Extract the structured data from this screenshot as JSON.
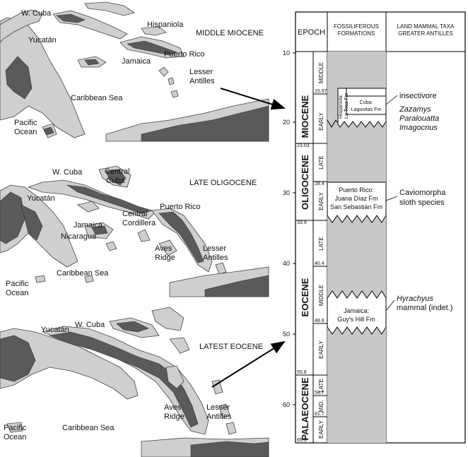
{
  "maps": {
    "middle_miocene": {
      "title": "MIDDLE MIOCENE",
      "labels": {
        "w_cuba": "W. Cuba",
        "yucatan": "Yucatán",
        "hispaniola": "Hispaniola",
        "puerto_rico": "Puerto Rico",
        "jamaica": "Jamaica",
        "lesser_antilles_1": "Lesser",
        "lesser_antilles_2": "Antilles",
        "caribbean_sea": "Caribbean Sea",
        "pacific_1": "Pacific",
        "pacific_2": "Ocean"
      }
    },
    "late_oligocene": {
      "title": "LATE OLIGOCENE",
      "labels": {
        "w_cuba": "W. Cuba",
        "central_cuba_1": "Central",
        "central_cuba_2": "Cuba",
        "yucatan": "Yucatán",
        "jamaica": "Jamaica",
        "nicaragua": "Nicaragua",
        "central_cordillera_1": "Central",
        "central_cordillera_2": "Cordillera",
        "puerto_rico": "Puerto Rico",
        "aves_ridge_1": "Aves",
        "aves_ridge_2": "Ridge",
        "lesser_antilles_1": "Lesser",
        "lesser_antilles_2": "Antilles",
        "caribbean_sea": "Caribbean Sea",
        "pacific_1": "Pacific",
        "pacific_2": "Ocean"
      }
    },
    "latest_eocene": {
      "title": "LATEST EOCENE",
      "labels": {
        "yucatan": "Yucatán",
        "w_cuba": "W. Cuba",
        "aves_ridge_1": "Aves",
        "aves_ridge_2": "Ridge",
        "lesser_antilles_1": "Lesser",
        "lesser_antilles_2": "Antilles",
        "caribbean_sea": "Caribbean Sea",
        "pacific_1": "Pacific",
        "pacific_2": "Ocean"
      }
    }
  },
  "timescale": {
    "headers": {
      "epoch": "EPOCH",
      "formations_1": "FOSSILIFEROUS",
      "formations_2": "FORMATIONS",
      "taxa_1": "LAND MAMMAL TAXA",
      "taxa_2": "GREATER ANTILLES"
    },
    "ma_ticks": [
      "10",
      "20",
      "30",
      "40",
      "50",
      "60"
    ],
    "epochs": {
      "miocene": "MIOCENE",
      "oligocene": "OLIGOCENE",
      "eocene": "EOCENE",
      "palaeocene": "PALAEOCENE"
    },
    "subdivisions": {
      "mio_middle": "MIDDLE",
      "mio_early": "EARLY",
      "oli_late": "LATE",
      "oli_early": "EARLY",
      "eoc_late": "LATE",
      "eoc_middle": "MIDDLE",
      "eoc_early": "EARLY",
      "pal_late": "LATE",
      "pal_mid": "MID.",
      "pal_early": "EARLY"
    },
    "boundaries": {
      "b1597": "15.97",
      "b2303": "23.03",
      "b284": "28.4",
      "b339": "33.9",
      "b404": "40.4",
      "b486": "48.6",
      "b558": "55.8",
      "b587": "58.7",
      "b617": "61.7",
      "b655": "65.5"
    },
    "formations": {
      "hisp_1": "Hispaniola:",
      "hisp_2": "La Toca Fm",
      "cuba_1": "Cuba:",
      "cuba_2": "Lagunitas Fm",
      "pr_1": "Puerto Rico:",
      "pr_2": "Juana Díaz Fm",
      "pr_3": "San Sebastián Fm",
      "jam_1": "Jamaica:",
      "jam_2": "Guy's Hill Fm"
    },
    "taxa": {
      "insectivore": "insectivore",
      "zazamys": "Zazamys",
      "paralouatta": "Paralouatta",
      "imagocnus": "Imagocnus",
      "caviomorpha": "Caviomorpha",
      "sloth": "sloth species",
      "hyrachyus": "Hyrachyus",
      "mammal": "mammal (indet.)"
    }
  },
  "colors": {
    "shallow_land": "#cfcfcf",
    "emergent_land": "#5a5a5a",
    "column_fill": "#c8c8c8"
  }
}
